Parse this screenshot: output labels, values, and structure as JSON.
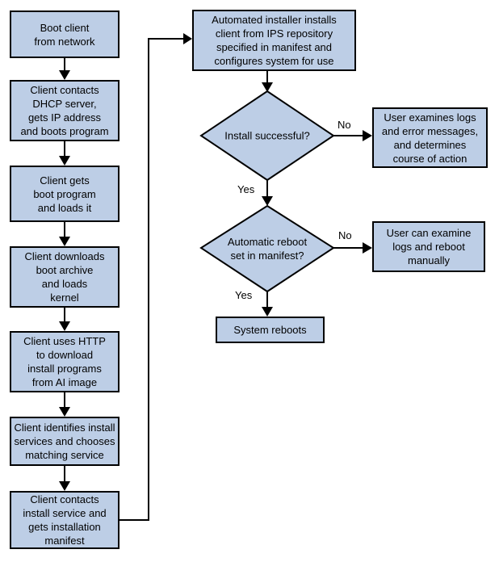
{
  "diagram_type": "flowchart",
  "colors": {
    "background": "#ffffff",
    "node_fill": "#bdcee6",
    "node_border": "#000000",
    "line": "#000000",
    "text": "#000000"
  },
  "nodes": {
    "boot_client": {
      "label": "Boot client\nfrom network"
    },
    "dhcp": {
      "label": "Client contacts\nDHCP server,\ngets IP address\nand boots program"
    },
    "boot_program": {
      "label": "Client gets\nboot program\nand loads it"
    },
    "boot_archive": {
      "label": "Client downloads\nboot archive\nand loads\nkernel"
    },
    "http_download": {
      "label": "Client uses HTTP\nto download\ninstall programs\nfrom AI image"
    },
    "identify_services": {
      "label": "Client identifies install\nservices and chooses\nmatching service"
    },
    "contact_service": {
      "label": "Client contacts\ninstall service and\ngets installation\nmanifest"
    },
    "automated_installer": {
      "label": "Automated installer installs\nclient from IPS repository\nspecified in manifest and\nconfigures system for use"
    },
    "install_successful": {
      "label": "Install successful?"
    },
    "user_examines_logs": {
      "label": "User examines logs\nand error messages,\nand determines\ncourse of action"
    },
    "automatic_reboot": {
      "label": "Automatic reboot\nset in manifest?"
    },
    "user_can_examine": {
      "label": "User can examine\nlogs and reboot\nmanually"
    },
    "system_reboots": {
      "label": "System reboots"
    }
  },
  "edge_labels": {
    "install_no": "No",
    "install_yes": "Yes",
    "reboot_no": "No",
    "reboot_yes": "Yes"
  }
}
